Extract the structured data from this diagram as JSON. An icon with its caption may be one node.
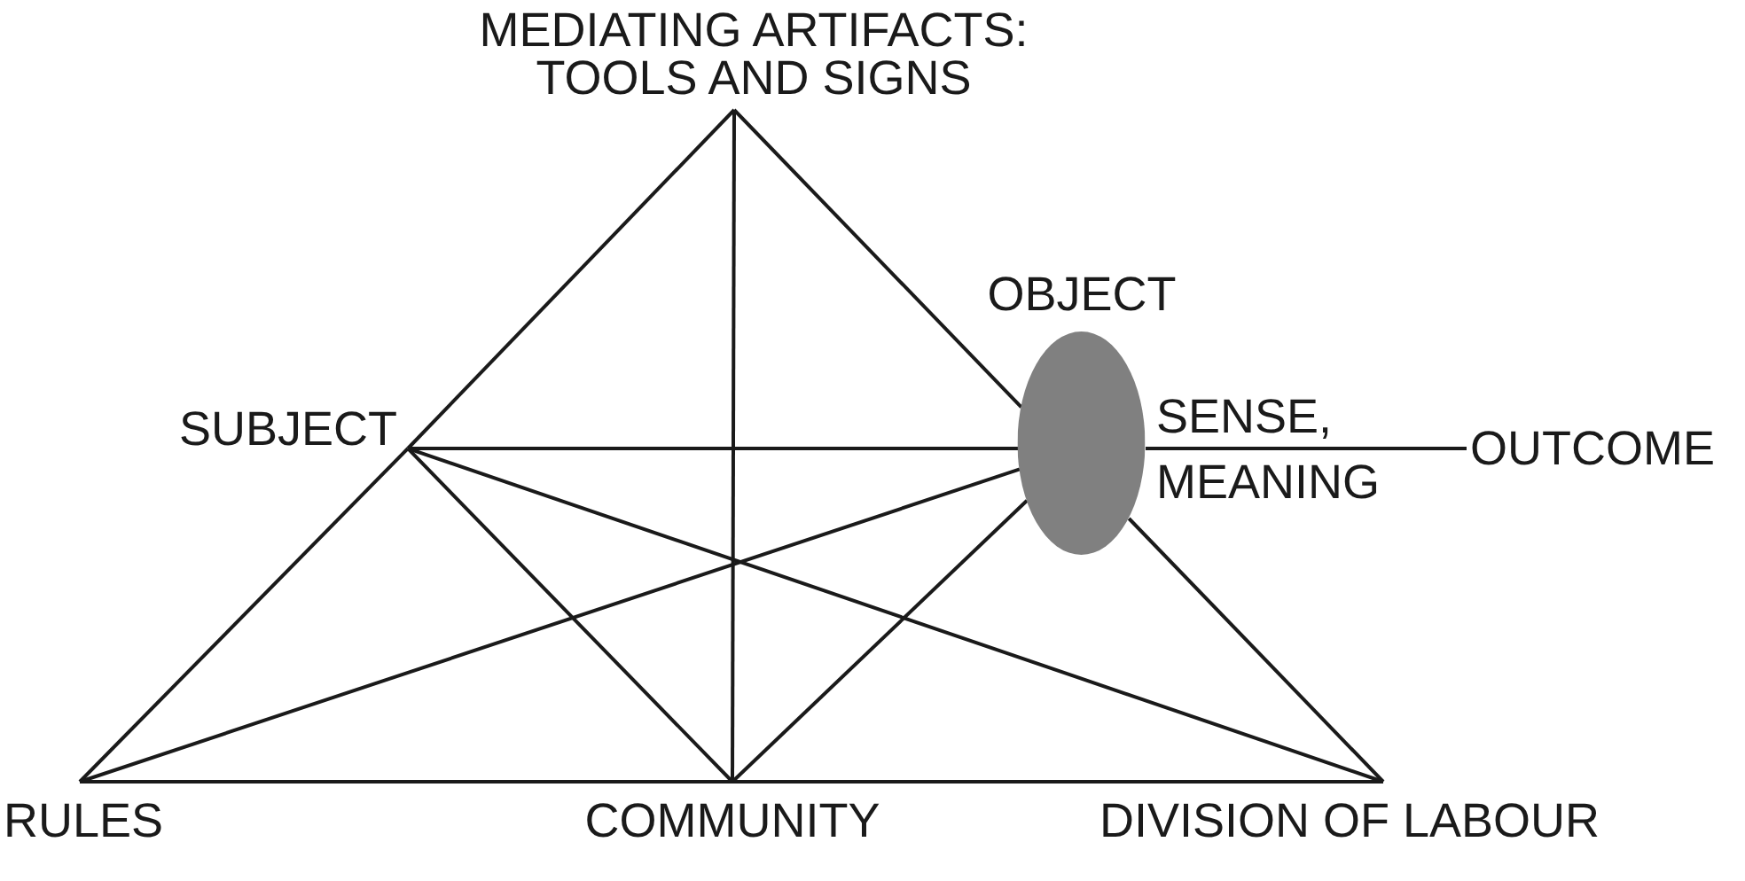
{
  "diagram": {
    "nodes": [
      {
        "text": [
          "MEDIATING ARTIFACTS: TOOLS AND SIGNS"
        ]
      },
      {
        "text": [
          "SUBJECT"
        ]
      },
      {
        "text": [
          "OBJECT"
        ],
        "beside": [
          "SENSE,",
          "MEANING"
        ]
      },
      {
        "text": [
          "OUTCOME"
        ]
      },
      {
        "text": [
          "RULES"
        ]
      },
      {
        "text": [
          "COMMUNITY"
        ]
      },
      {
        "text": [
          "DIVISION OF LABOUR"
        ]
      }
    ],
    "edges": [
      {
        "from": 0,
        "to": 1,
        "arrow": "none"
      },
      {
        "from": 0,
        "to": 2,
        "arrow": "none"
      },
      {
        "from": 0,
        "to": 5,
        "arrow": "none"
      },
      {
        "from": 1,
        "to": 2,
        "arrow": "none"
      },
      {
        "from": 1,
        "to": 4,
        "arrow": "none"
      },
      {
        "from": 1,
        "to": 5,
        "arrow": "none"
      },
      {
        "from": 1,
        "to": 6,
        "arrow": "none"
      },
      {
        "from": 2,
        "to": 6,
        "arrow": "none"
      },
      {
        "from": 4,
        "to": 2,
        "arrow": "none"
      },
      {
        "from": 5,
        "to": 2,
        "arrow": "none"
      },
      {
        "from": 4,
        "to": 5,
        "arrow": "none"
      },
      {
        "from": 5,
        "to": 6,
        "arrow": "none"
      },
      {
        "from": 2,
        "to": 3,
        "arrow": "none"
      }
    ]
  }
}
